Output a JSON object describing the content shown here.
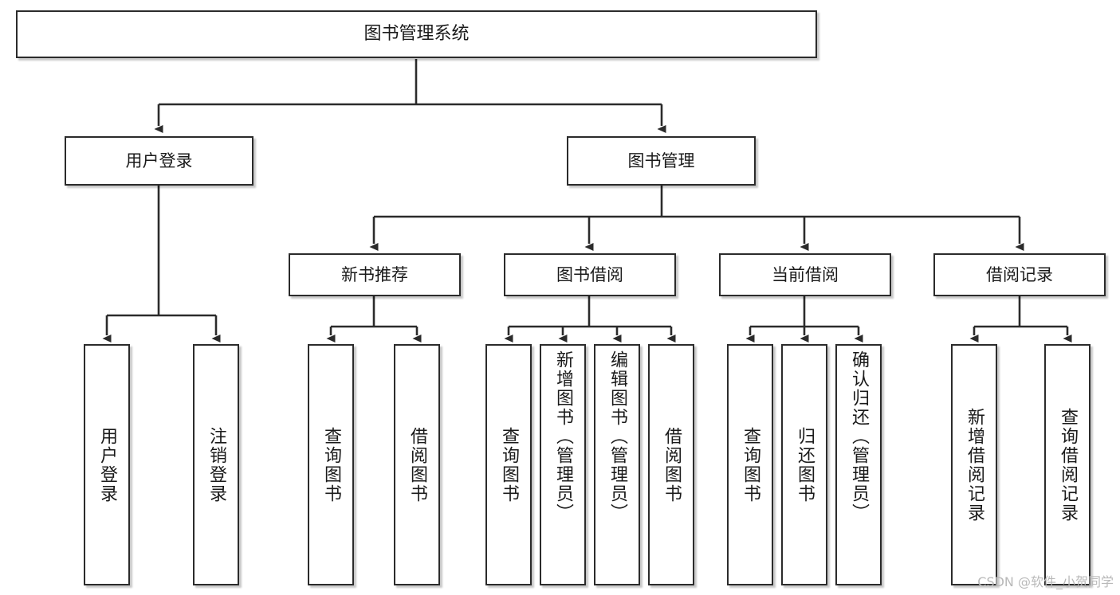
{
  "diagram": {
    "type": "hierarchy-tree",
    "title": "图书管理系统",
    "background_color": "#ffffff",
    "node_border_color": "#2b2b2b",
    "node_fill_color": "#ffffff",
    "edge_color": "#2b2b2b"
  },
  "nodes": {
    "root": {
      "label": "图书管理系统",
      "level": 1,
      "orientation": "horizontal"
    },
    "l2": [
      {
        "label": "用户登录",
        "level": 2,
        "orientation": "horizontal"
      },
      {
        "label": "图书管理",
        "level": 2,
        "orientation": "horizontal"
      }
    ],
    "l3": [
      {
        "label": "新书推荐",
        "level": 3,
        "orientation": "horizontal"
      },
      {
        "label": "图书借阅",
        "level": 3,
        "orientation": "horizontal"
      },
      {
        "label": "当前借阅",
        "level": 3,
        "orientation": "horizontal"
      },
      {
        "label": "借阅记录",
        "level": 3,
        "orientation": "horizontal"
      }
    ],
    "leaves_user_login": [
      {
        "label": "用户登录",
        "orientation": "vertical"
      },
      {
        "label": "注销登录",
        "orientation": "vertical"
      }
    ],
    "leaves_new_book": [
      {
        "label": "查询图书",
        "orientation": "vertical"
      },
      {
        "label": "借阅图书",
        "orientation": "vertical"
      }
    ],
    "leaves_borrow": [
      {
        "label": "查询图书",
        "orientation": "vertical"
      },
      {
        "label": "新增图书（管理员）",
        "orientation": "vertical"
      },
      {
        "label": "编辑图书（管理员）",
        "orientation": "vertical"
      },
      {
        "label": "借阅图书",
        "orientation": "vertical"
      }
    ],
    "leaves_current": [
      {
        "label": "查询图书",
        "orientation": "vertical"
      },
      {
        "label": "归还图书",
        "orientation": "vertical"
      },
      {
        "label": "确认归还（管理员）",
        "orientation": "vertical"
      }
    ],
    "leaves_record": [
      {
        "label": "新增借阅记录",
        "orientation": "vertical"
      },
      {
        "label": "查询借阅记录",
        "orientation": "vertical"
      }
    ]
  },
  "watermark": {
    "text": "CSDN @软件_小贺同学"
  }
}
